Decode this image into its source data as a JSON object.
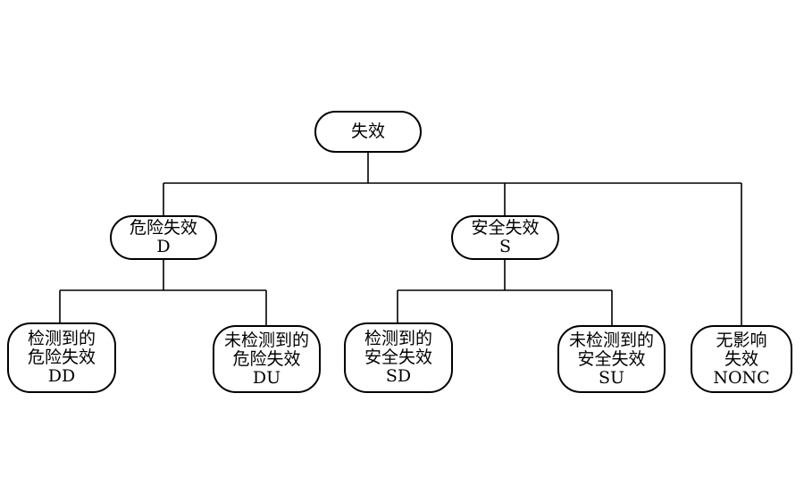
{
  "diagram": {
    "root": {
      "label": "失效"
    },
    "dangerous": {
      "line1": "危险失效",
      "line2": "D"
    },
    "safe": {
      "line1": "安全失效",
      "line2": "S"
    },
    "dd": {
      "line1": "检测到的",
      "line2": "危险失效",
      "line3": "DD"
    },
    "du": {
      "line1": "未检测到的",
      "line2": "危险失效",
      "line3": "DU"
    },
    "sd": {
      "line1": "检测到的",
      "line2": "安全失效",
      "line3": "SD"
    },
    "su": {
      "line1": "未检测到的",
      "line2": "安全失效",
      "line3": "SU"
    },
    "nonc": {
      "line1": "无影响",
      "line2": "失效",
      "line3": "NONC"
    }
  }
}
